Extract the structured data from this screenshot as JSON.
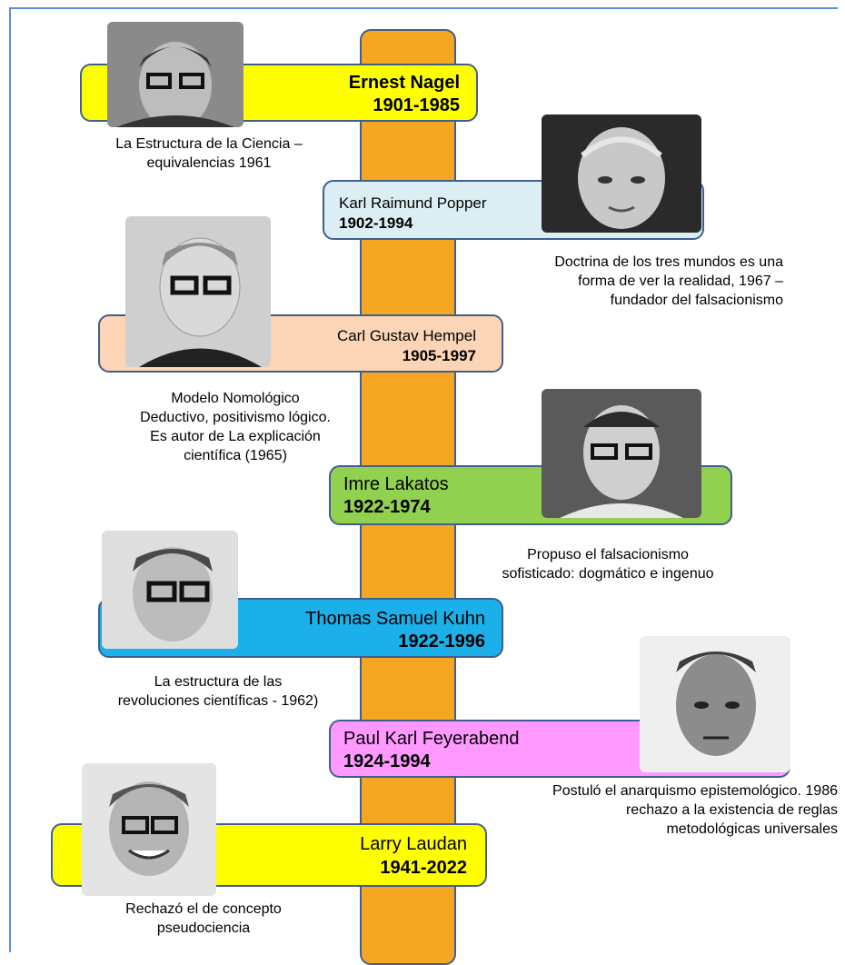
{
  "colors": {
    "spine": "#f5a623",
    "border": "#3f5f8f",
    "yellow": "#ffff00",
    "lightblue": "#dbeef3",
    "peach": "#fbd5b5",
    "green": "#92d050",
    "blue": "#1bb0ea",
    "pink": "#ff99ff"
  },
  "people": [
    {
      "name": "Ernest Nagel",
      "years": "1901-1985",
      "desc": [
        "La Estructura de la Ciencia –",
        "equivalencias 1961"
      ]
    },
    {
      "name": "Karl Raimund Popper",
      "years": "1902-1994",
      "desc": [
        "Doctrina de los tres mundos es una",
        "forma de ver la realidad, 1967 –",
        "fundador del falsacionismo"
      ]
    },
    {
      "name": "Carl Gustav Hempel",
      "years": "1905-1997",
      "desc": [
        "Modelo Nomológico",
        "Deductivo, positivismo lógico.",
        "Es autor de La explicación",
        "científica (1965)"
      ]
    },
    {
      "name": "Imre Lakatos",
      "years": "1922-1974",
      "desc": [
        "Propuso el falsacionismo",
        "sofisticado:  dogmático e ingenuo"
      ]
    },
    {
      "name": "Thomas Samuel Kuhn",
      "years": "1922-1996",
      "desc": [
        "La estructura de las",
        "revoluciones científicas - 1962)"
      ]
    },
    {
      "name": "Paul Karl Feyerabend",
      "years": "1924-1994",
      "desc": [
        "Postuló el anarquismo epistemológico. 1986",
        "rechazo a la existencia de reglas",
        "metodológicas universales"
      ]
    },
    {
      "name": "Larry Laudan",
      "years": "1941-2022",
      "desc": [
        "Rechazó el de concepto",
        "pseudociencia"
      ]
    }
  ]
}
